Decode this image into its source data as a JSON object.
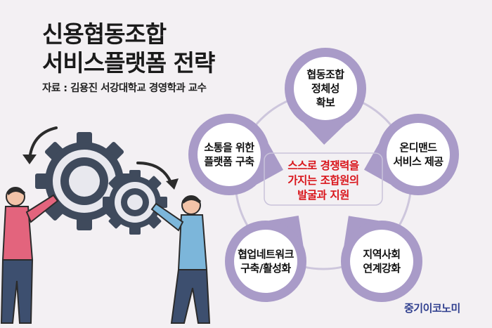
{
  "title": {
    "line1": "신용협동조합",
    "line2": "서비스플랫폼 전략"
  },
  "source": "자료 : 김용진 서강대학교 경영학과 교수",
  "center": {
    "line1": "스스로 경쟁력을",
    "line2": "가지는 조합원의",
    "line3": "발굴과 지원"
  },
  "nodes": [
    {
      "lines": [
        "협동조합",
        "정체성",
        "확보"
      ]
    },
    {
      "lines": [
        "온디맨드",
        "서비스 제공"
      ]
    },
    {
      "lines": [
        "지역사회",
        "연계강화"
      ]
    },
    {
      "lines": [
        "협업네트워크",
        "구축/활성화"
      ]
    },
    {
      "lines": [
        "소통을 위한",
        "플랫폼 구축"
      ]
    }
  ],
  "brand": "중기이코노미",
  "colors": {
    "background": "#f3f0f3",
    "node_ring": "#a99bc8",
    "node_fill": "#ffffff",
    "connector": "#cdc6dc",
    "center_text": "#d9151b",
    "brand": "#2f3e8e"
  }
}
